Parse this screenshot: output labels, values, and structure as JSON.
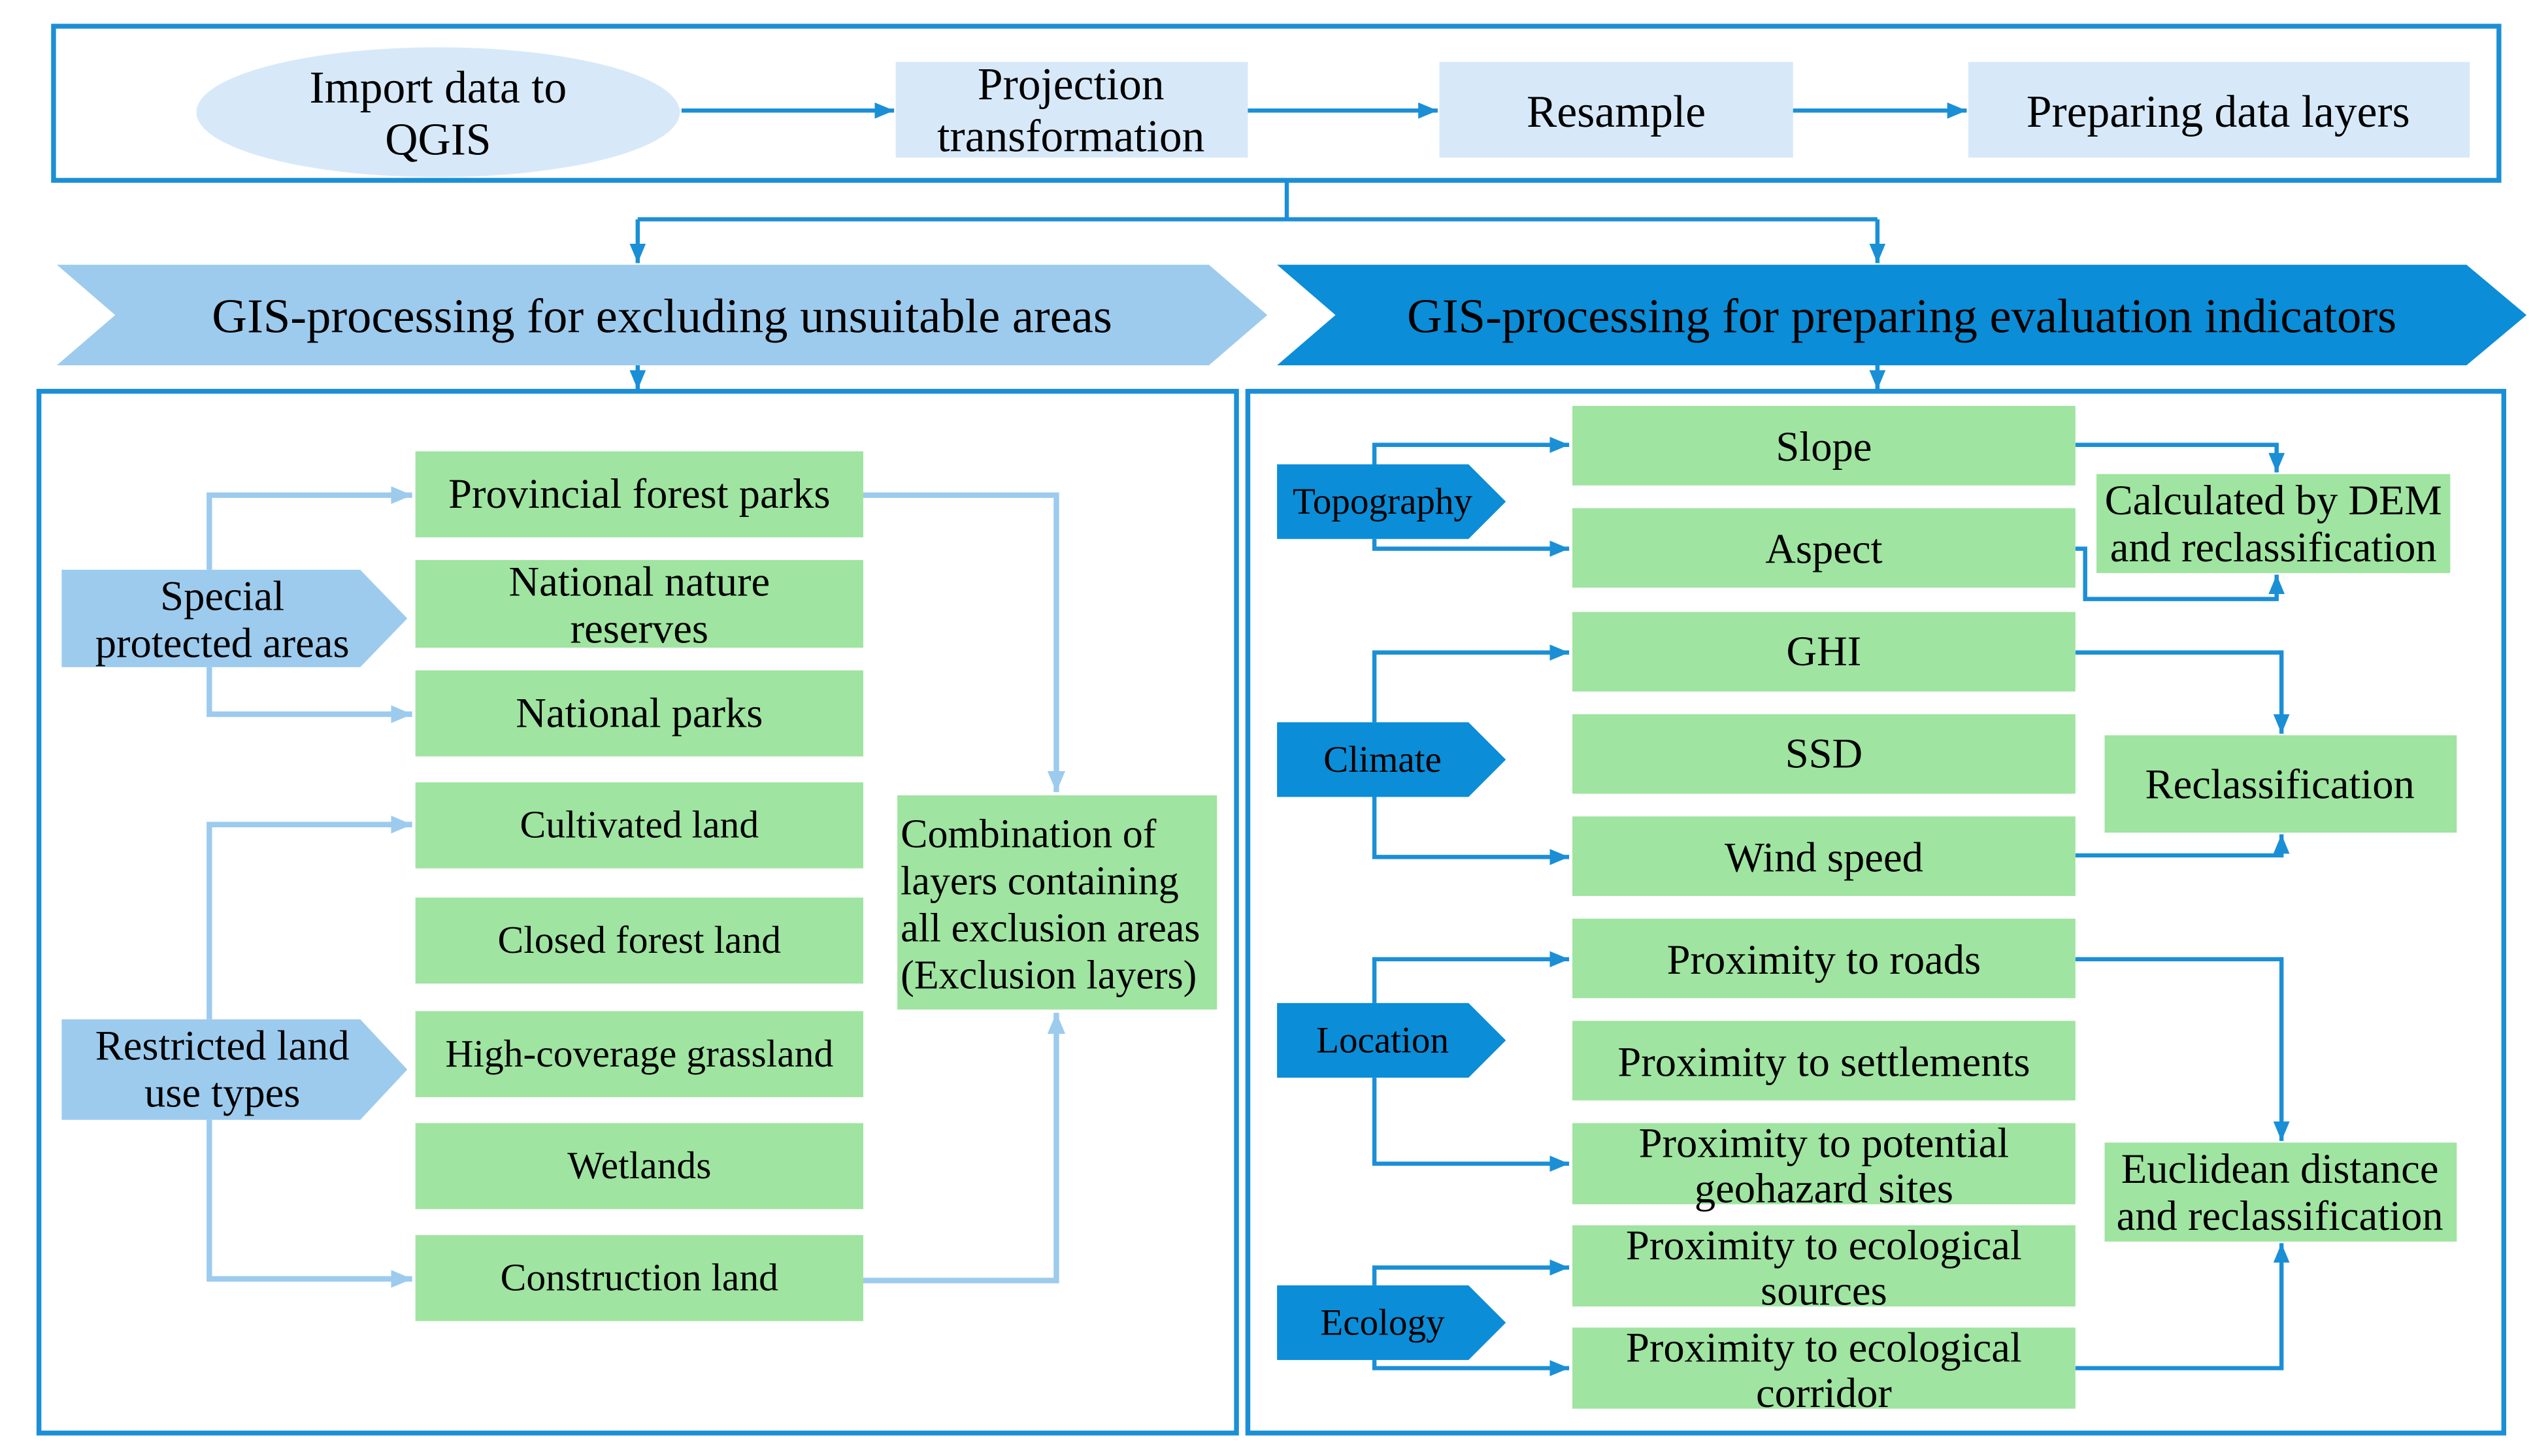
{
  "colors": {
    "frame": "#1b8fd6",
    "top_step": "#d7e9f8",
    "green": "#9fe4a0",
    "light_blue": "#9dcbee",
    "dark_blue": "#0b8dd7"
  },
  "preprocessing": {
    "steps": [
      {
        "lines": [
          "Import data to",
          "QGIS"
        ]
      },
      {
        "lines": [
          "Projection",
          "transformation"
        ]
      },
      {
        "lines": [
          "Resample"
        ]
      },
      {
        "lines": [
          "Preparing data layers"
        ]
      }
    ]
  },
  "exclusion": {
    "banner": "GIS-processing for excluding unsuitable areas",
    "groups": [
      {
        "label": [
          "Special",
          "protected areas"
        ],
        "layers": [
          {
            "lines": [
              "Provincial forest parks"
            ]
          },
          {
            "lines": [
              "National nature",
              "reserves"
            ]
          },
          {
            "lines": [
              "National parks"
            ]
          }
        ]
      },
      {
        "label": [
          "Restricted land",
          "use types"
        ],
        "layers": [
          {
            "lines": [
              "Cultivated land"
            ]
          },
          {
            "lines": [
              "Closed forest land"
            ]
          },
          {
            "lines": [
              "High-coverage grassland"
            ]
          },
          {
            "lines": [
              "Wetlands"
            ]
          },
          {
            "lines": [
              "Construction land"
            ]
          }
        ]
      }
    ],
    "result": [
      "Combination of",
      "layers containing",
      "all exclusion areas",
      "(Exclusion layers)"
    ]
  },
  "evaluation": {
    "banner": "GIS-processing for preparing evaluation indicators",
    "groups": [
      {
        "label": "Topography",
        "indicators": [
          {
            "lines": [
              "Slope"
            ]
          },
          {
            "lines": [
              "Aspect"
            ]
          }
        ]
      },
      {
        "label": "Climate",
        "indicators": [
          {
            "lines": [
              "GHI"
            ]
          },
          {
            "lines": [
              "SSD"
            ]
          },
          {
            "lines": [
              "Wind speed"
            ]
          }
        ]
      },
      {
        "label": "Location",
        "indicators": [
          {
            "lines": [
              "Proximity to roads"
            ]
          },
          {
            "lines": [
              "Proximity to settlements"
            ]
          },
          {
            "lines": [
              "Proximity to potential",
              "geohazard sites"
            ]
          }
        ]
      },
      {
        "label": "Ecology",
        "indicators": [
          {
            "lines": [
              "Proximity to ecological",
              "sources"
            ]
          },
          {
            "lines": [
              "Proximity to ecological",
              "corridor"
            ]
          }
        ]
      }
    ],
    "methods": [
      {
        "lines": [
          "Calculated by DEM",
          "and reclassification"
        ]
      },
      {
        "lines": [
          "Reclassification"
        ]
      },
      {
        "lines": [
          "Euclidean distance",
          "and reclassification"
        ]
      }
    ]
  }
}
